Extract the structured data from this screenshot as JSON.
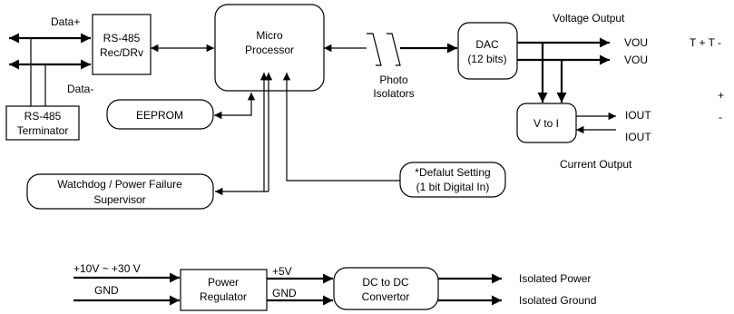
{
  "labels": {
    "data_plus": "Data+",
    "data_minus": "Data-",
    "rs485_line1": "RS-485",
    "rs485_line2": "Rec/DRv",
    "terminator_line1": "RS-485",
    "terminator_line2": "Terminator",
    "micro_line1": "Micro",
    "micro_line2": "Processor",
    "eeprom": "EEPROM",
    "watchdog_line1": "Watchdog / Power Failure",
    "watchdog_line2": "Supervisor",
    "default_line1": "*Defalut Setting",
    "default_line2": "(1 bit Digital In)",
    "photo_line1": "Photo",
    "photo_line2": "Isolators",
    "dac_line1": "DAC",
    "dac_line2": "(12 bits)",
    "voltage_output": "Voltage Output",
    "vou1": "VOU",
    "vou2": "VOU",
    "t_label": "T + T -",
    "v_to_i": "V to I",
    "iout1": "IOUT",
    "iout2": "IOUT",
    "plus": "+",
    "minus": "-",
    "current_output": "Current Output",
    "power_in": "+10V ~ +30 V",
    "gnd_in": "GND",
    "regulator_line1": "Power",
    "regulator_line2": "Regulator",
    "plus5v": "+5V",
    "gnd_mid": "GND",
    "dcdc_line1": "DC to DC",
    "dcdc_line2": "Convertor",
    "isolated_power": "Isolated Power",
    "isolated_ground": "Isolated Ground"
  }
}
